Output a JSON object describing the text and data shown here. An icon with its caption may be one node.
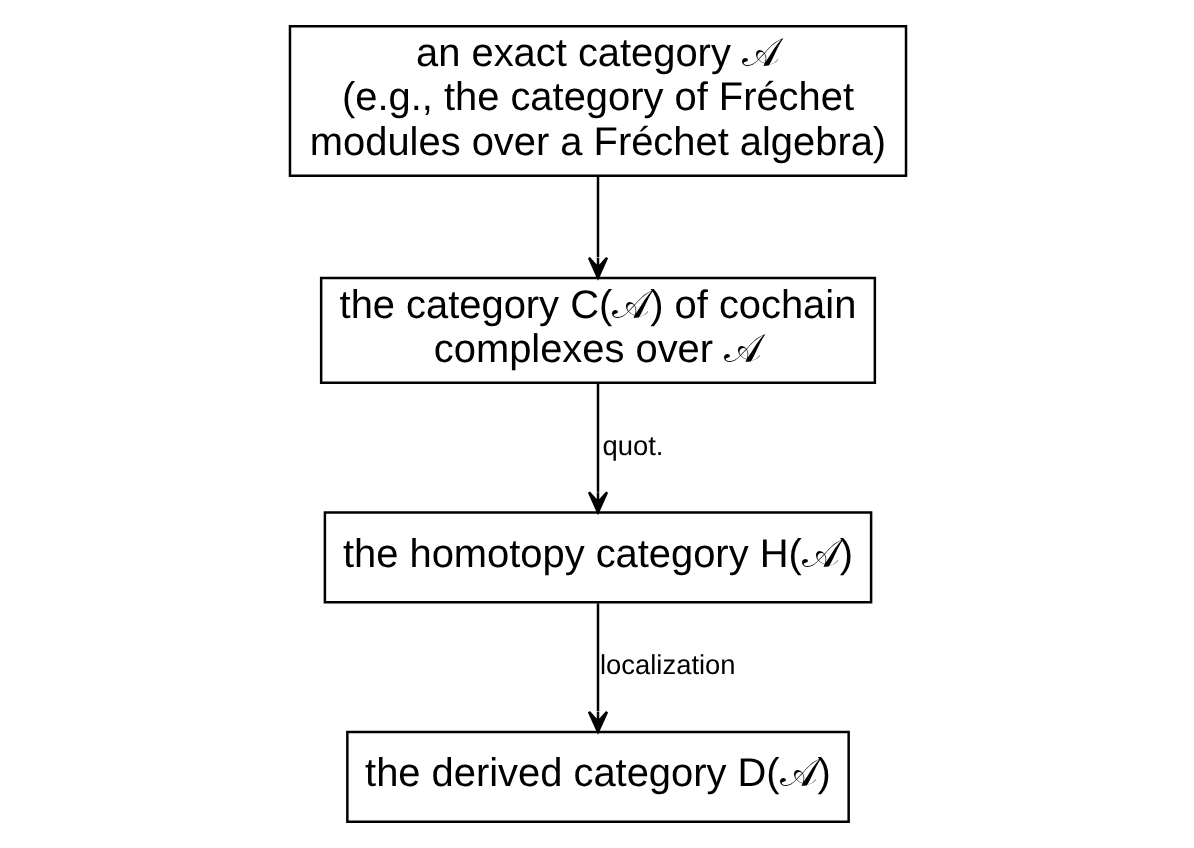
{
  "diagram": {
    "nodes": [
      {
        "text": [
          "an exact category 𝒜",
          "(e.g., the category of Fréchet modules over a Fréchet algebra)"
        ]
      },
      {
        "text": [
          "the category C(𝒜) of cochain complexes over 𝒜"
        ]
      },
      {
        "text": [
          "the homotopy category H(𝒜)"
        ]
      },
      {
        "text": [
          "the derived category D(𝒜)"
        ]
      }
    ],
    "edges": [
      {
        "from": 0,
        "to": 1,
        "arrow": "to"
      },
      {
        "from": 1,
        "to": 2,
        "arrow": "to",
        "label": "quot."
      },
      {
        "from": 2,
        "to": 3,
        "arrow": "to",
        "label": "localization"
      }
    ]
  }
}
